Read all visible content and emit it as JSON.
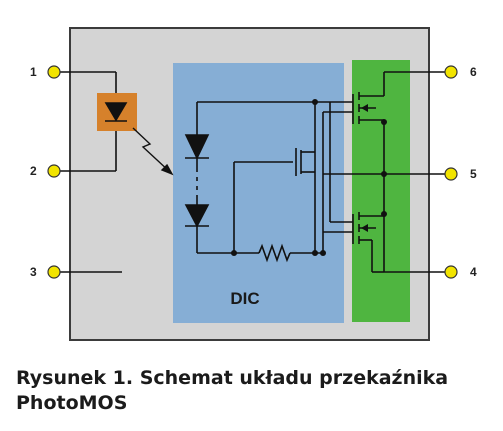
{
  "diagram": {
    "pins": [
      "1",
      "2",
      "3",
      "4",
      "5",
      "6"
    ],
    "dic_label": "DIC",
    "colors": {
      "package": "#d4d4d4",
      "package_border": "#3b3b3b",
      "led_box": "#d6812b",
      "dic_block": "#86aed5",
      "mosfet_block": "#4fb540",
      "pin_dot": "#f2e400",
      "wire": "#111111"
    }
  },
  "caption": {
    "line1": "Rysunek 1. Schemat układu przekaźnika",
    "line2": "PhotoMOS"
  }
}
